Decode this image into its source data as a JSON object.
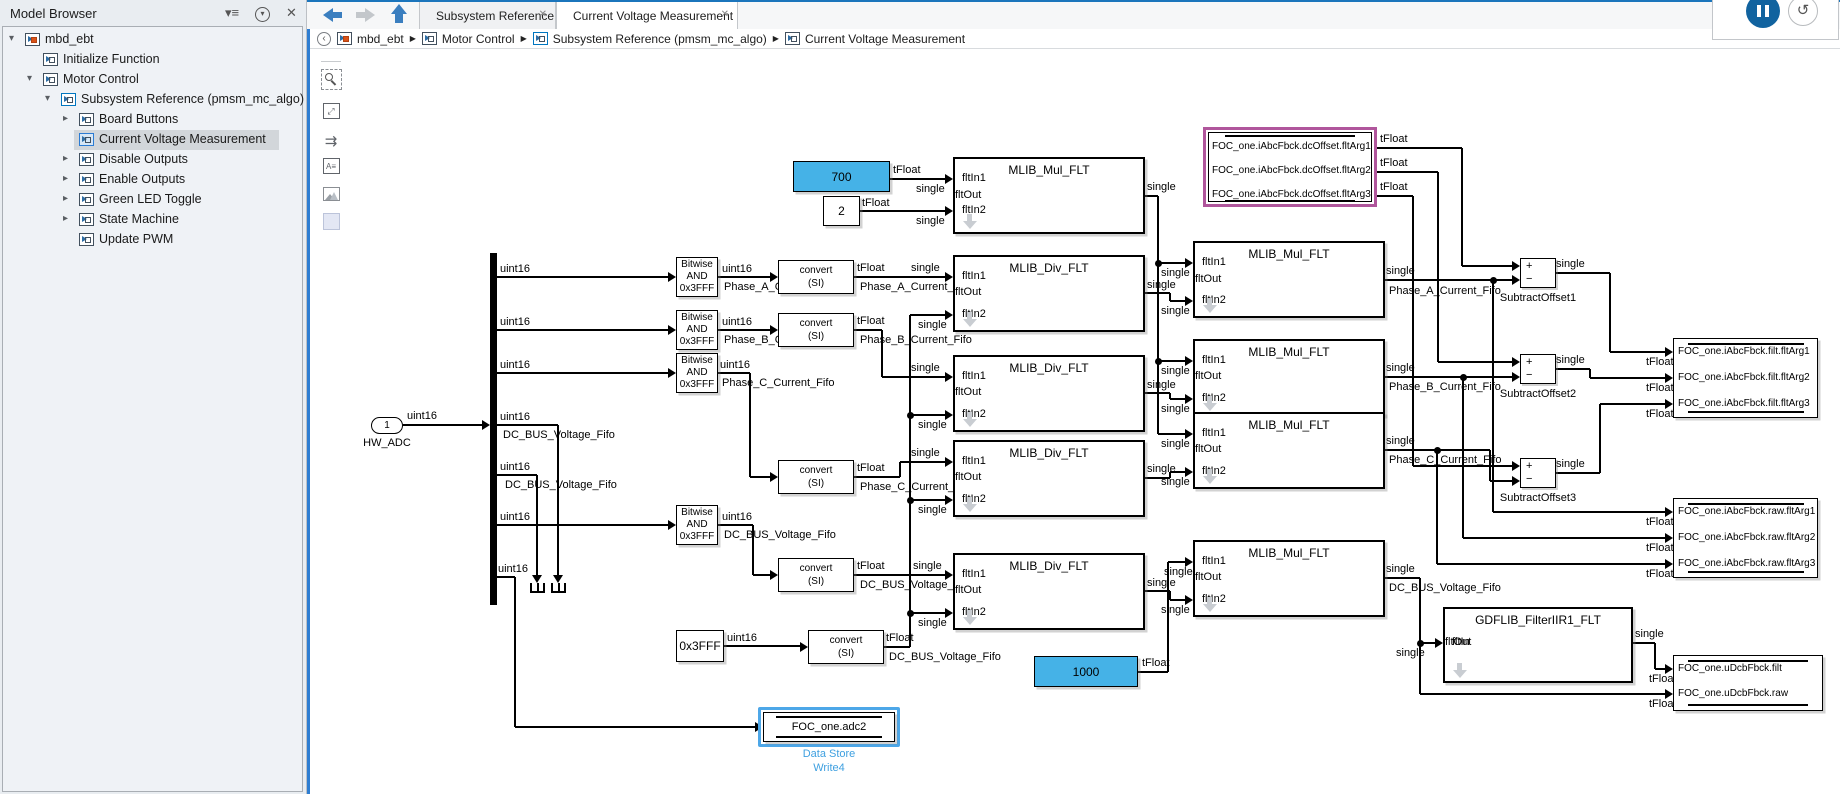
{
  "sidebar": {
    "title": "Model Browser",
    "tree": [
      {
        "label": "mbd_ebt",
        "indent": 0,
        "arrow": "down",
        "icon": "model"
      },
      {
        "label": "Initialize Function",
        "indent": 1,
        "arrow": "none",
        "icon": "subsystem"
      },
      {
        "label": "Motor Control",
        "indent": 1,
        "arrow": "down",
        "icon": "subsystem"
      },
      {
        "label": "Subsystem Reference (pmsm_mc_algo)",
        "indent": 2,
        "arrow": "down",
        "icon": "ref"
      },
      {
        "label": "Board Buttons",
        "indent": 3,
        "arrow": "right",
        "icon": "subsystem"
      },
      {
        "label": "Current Voltage Measurement",
        "indent": 3,
        "arrow": "none",
        "icon": "subsystem",
        "selected": true
      },
      {
        "label": "Disable Outputs",
        "indent": 3,
        "arrow": "right",
        "icon": "subsystem"
      },
      {
        "label": "Enable Outputs",
        "indent": 3,
        "arrow": "right",
        "icon": "subsystem"
      },
      {
        "label": "Green LED Toggle",
        "indent": 3,
        "arrow": "right",
        "icon": "subsystem"
      },
      {
        "label": "State Machine",
        "indent": 3,
        "arrow": "right",
        "icon": "subsystem"
      },
      {
        "label": "Update PWM",
        "indent": 3,
        "arrow": "none",
        "icon": "subsystem"
      }
    ]
  },
  "tabs": [
    {
      "label": "Subsystem Reference",
      "active": false
    },
    {
      "label": "Current Voltage Measurement",
      "active": true
    }
  ],
  "breadcrumb": [
    "mbd_ebt",
    "Motor Control",
    "Subsystem Reference (pmsm_mc_algo)",
    "Current Voltage Measurement"
  ],
  "labels": {
    "single": "single",
    "tfloat": "tFloat",
    "uint16": "uint16",
    "phase_a": "Phase_A_Current_Fifo",
    "phase_b": "Phase_B_Current_Fifo",
    "phase_c": "Phase_C_Current_Fifo",
    "dc_bus": "DC_BUS_Voltage_Fifo"
  },
  "blocks": {
    "const_700": "700",
    "const_2": "2",
    "const_1000": "1000",
    "const_3fff": "0x3FFF",
    "bitwise": [
      "Bitwise",
      "AND",
      "0x3FFF"
    ],
    "convert": [
      "convert",
      "(SI)"
    ],
    "mul_title": "MLIB_Mul_FLT",
    "div_title": "MLIB_Div_FLT",
    "gdflib_title": "GDFLIB_FilterIIR1_FLT",
    "ports": {
      "fltIn1": "fltIn1",
      "fltIn2": "fltIn2",
      "fltOut": "fltOut",
      "fltIn": "fltIn"
    },
    "subtract": [
      "SubtractOffset1",
      "SubtractOffset2",
      "SubtractOffset3"
    ],
    "inport_num": "1",
    "inport_label": "HW_ADC",
    "adc2_name": "FOC_one.adc2",
    "adc2_caption": [
      "Data Store",
      "Write4"
    ]
  },
  "stores": {
    "dcoffset": [
      "FOC_one.iAbcFbck.dcOffset.fltArg1",
      "FOC_one.iAbcFbck.dcOffset.fltArg2",
      "FOC_one.iAbcFbck.dcOffset.fltArg3"
    ],
    "filt": [
      "FOC_one.iAbcFbck.filt.fltArg1",
      "FOC_one.iAbcFbck.filt.fltArg2",
      "FOC_one.iAbcFbck.filt.fltArg3"
    ],
    "raw": [
      "FOC_one.iAbcFbck.raw.fltArg1",
      "FOC_one.iAbcFbck.raw.fltArg2",
      "FOC_one.iAbcFbck.raw.fltArg3"
    ],
    "udcb": [
      "FOC_one.uDcbFbck.filt",
      "FOC_one.uDcbFbck.raw"
    ]
  },
  "colors": {
    "accent_blue": "#1b75bc",
    "constant_fill": "#45b2e7",
    "selection_blue": "#4da7e8",
    "selection_purple": "#b0569c",
    "caption_blue": "#3fa0e0",
    "pause_blue": "#11639f"
  }
}
